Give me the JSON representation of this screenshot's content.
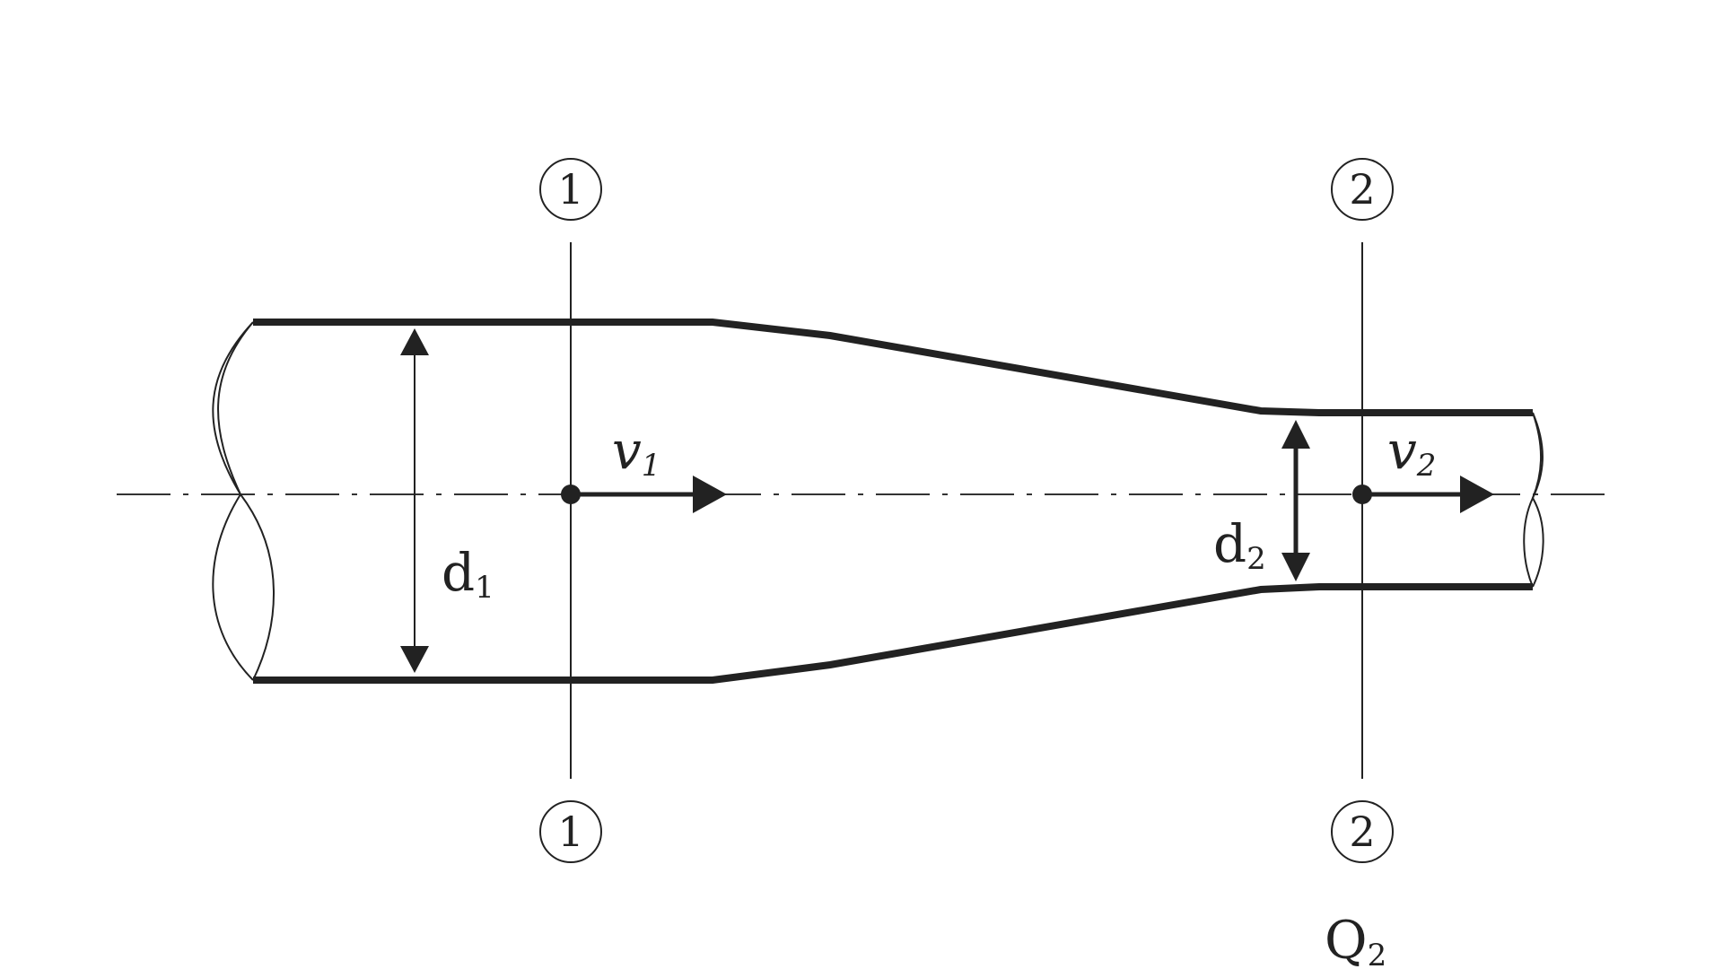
{
  "labels": {
    "section1_top": "1",
    "section2_top": "2",
    "section1_bottom": "1",
    "section2_bottom": "2",
    "v1": {
      "base": "v",
      "sub": "1"
    },
    "v2": {
      "base": "v",
      "sub": "2"
    },
    "d1": {
      "base": "d",
      "sub": "1"
    },
    "d2": {
      "base": "d",
      "sub": "2"
    },
    "q2": {
      "base": "Q",
      "sub": "2"
    }
  }
}
